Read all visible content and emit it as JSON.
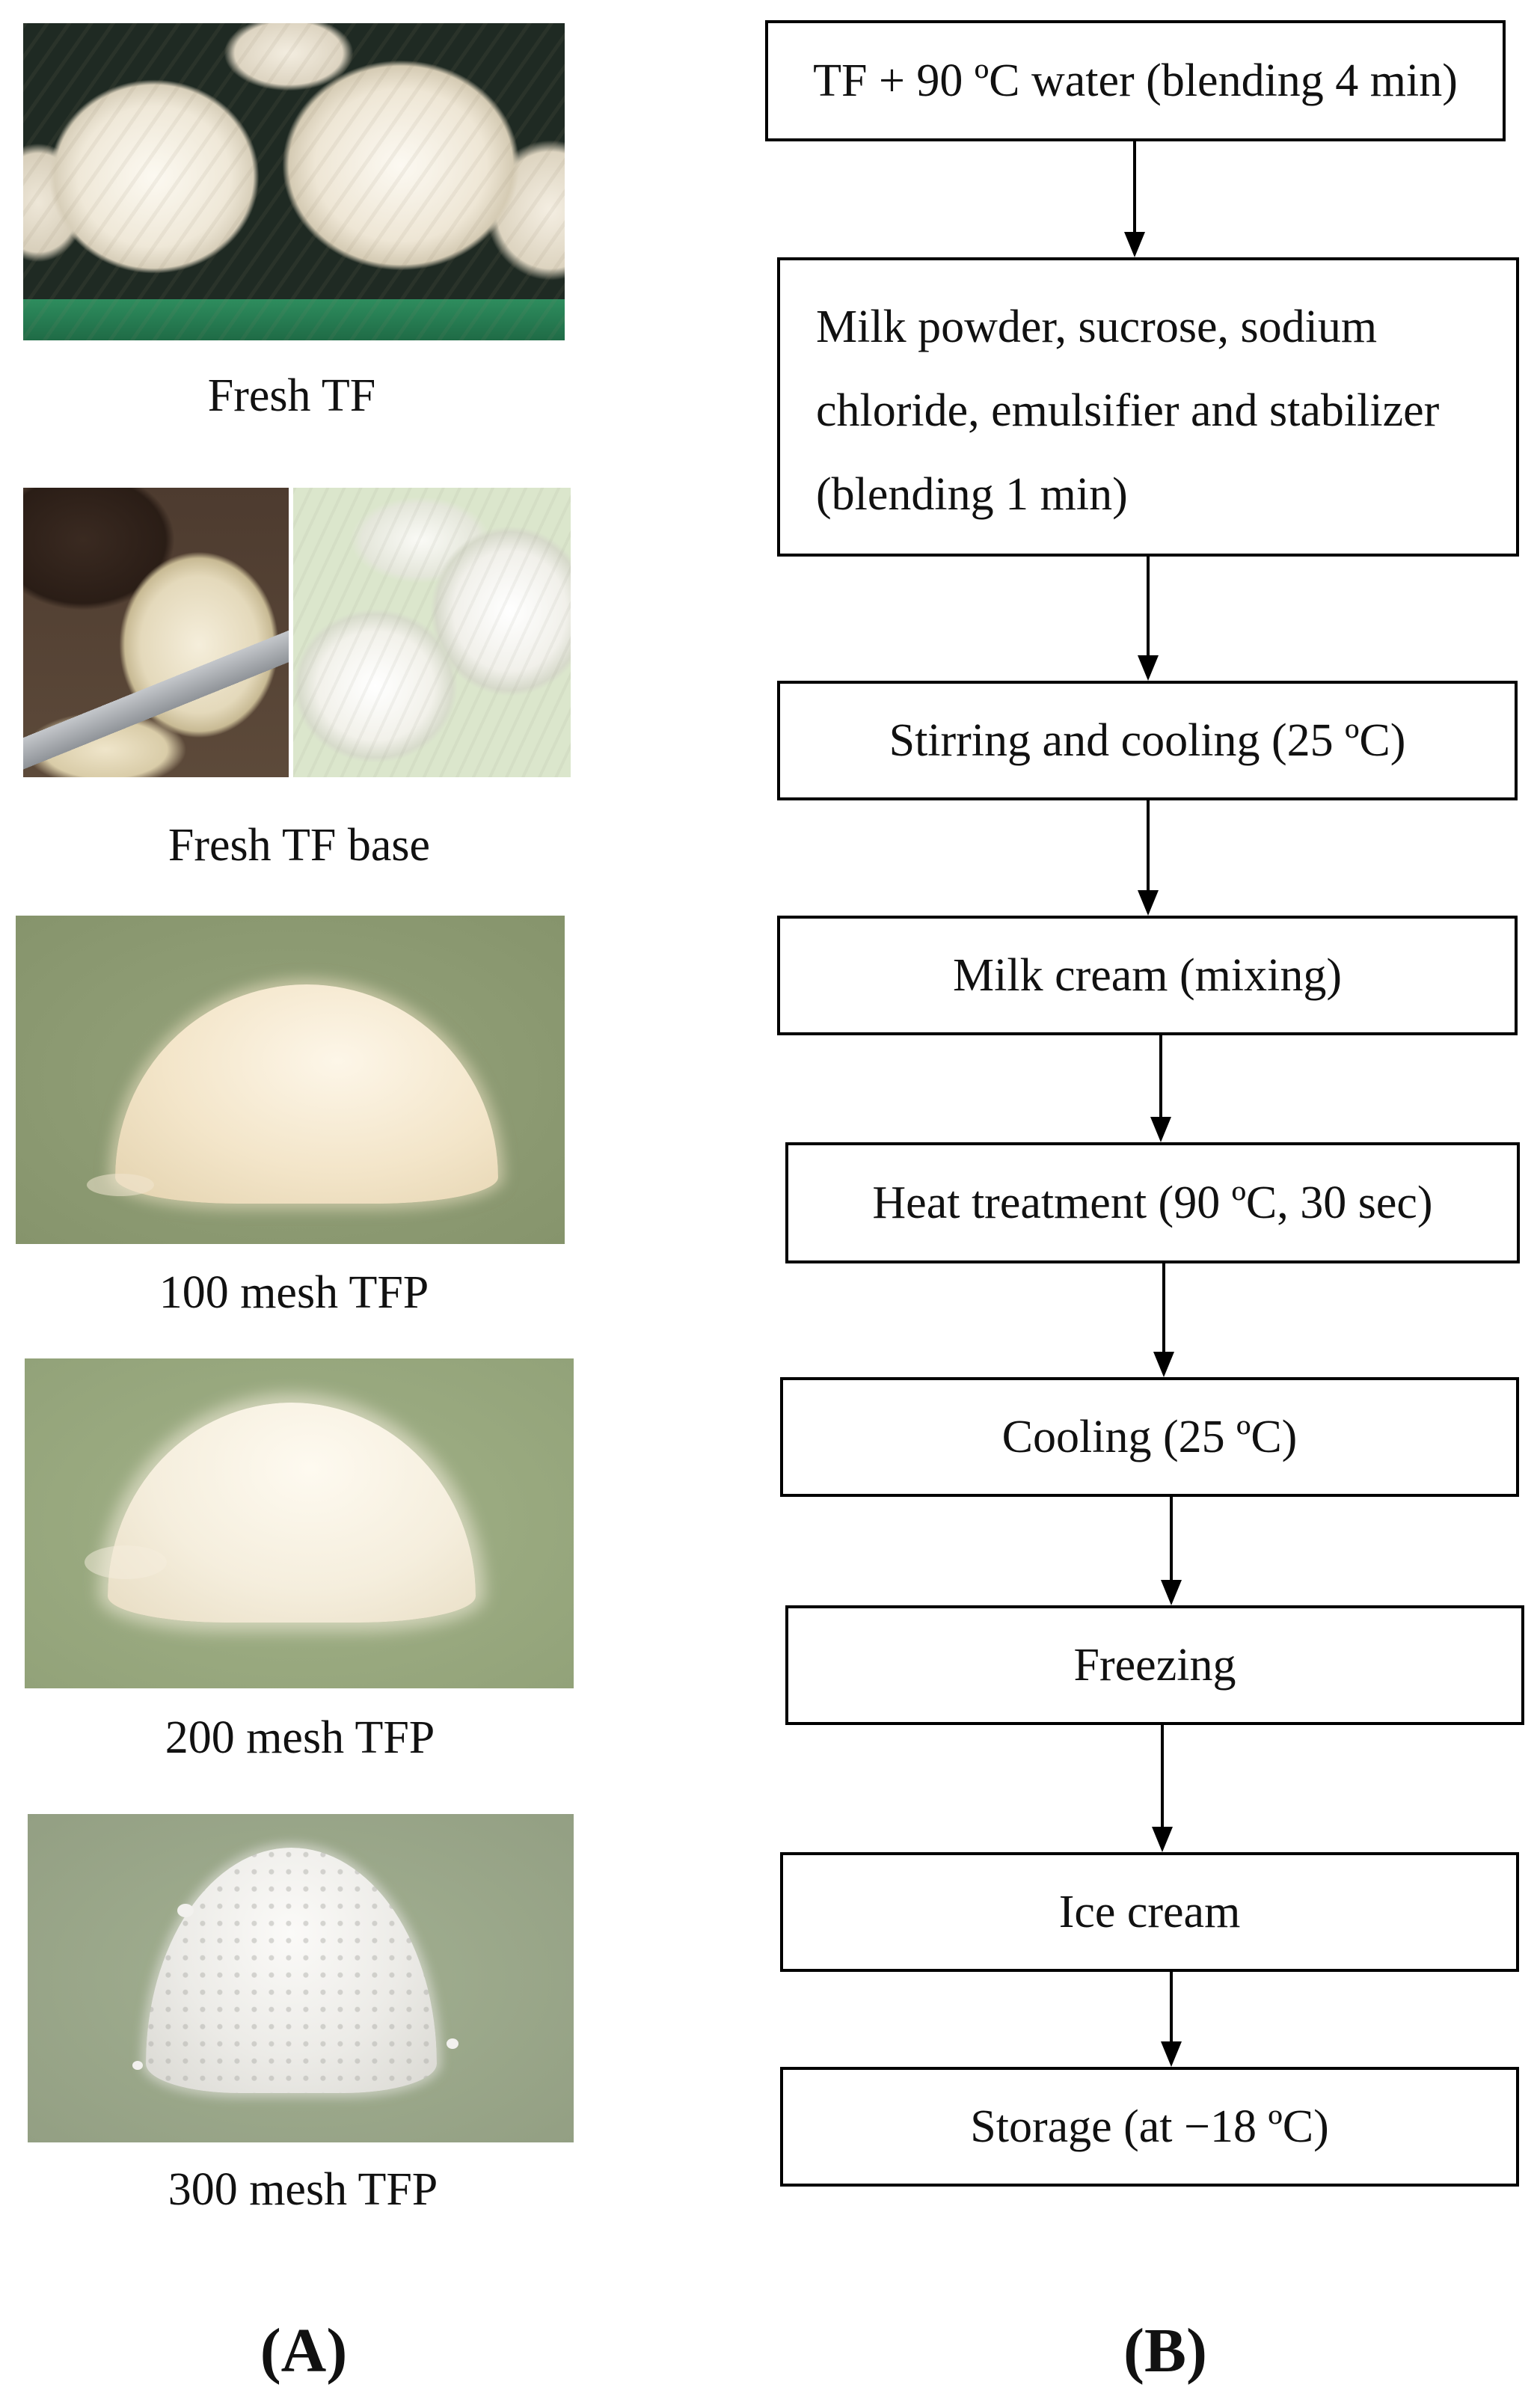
{
  "panel_a": {
    "label": "(A)",
    "photos": [
      {
        "caption": "Fresh TF"
      },
      {
        "caption": "Fresh TF base"
      },
      {
        "caption": "100 mesh TFP"
      },
      {
        "caption": "200 mesh TFP"
      },
      {
        "caption": "300 mesh TFP"
      }
    ]
  },
  "panel_b": {
    "label": "(B)",
    "steps": [
      {
        "text": "TF + 90 ºC water (blending 4 min)"
      },
      {
        "lines": [
          "Milk powder, sucrose, sodium",
          "chloride, emulsifier and stabilizer",
          "(blending 1 min)"
        ]
      },
      {
        "text": "Stirring and cooling (25 ºC)"
      },
      {
        "text": "Milk cream (mixing)"
      },
      {
        "text": "Heat treatment (90 ºC, 30 sec)"
      },
      {
        "text": "Cooling (25 ºC)"
      },
      {
        "text": "Freezing"
      },
      {
        "text": "Ice cream"
      },
      {
        "text": "Storage (at −18 ºC)"
      }
    ]
  }
}
